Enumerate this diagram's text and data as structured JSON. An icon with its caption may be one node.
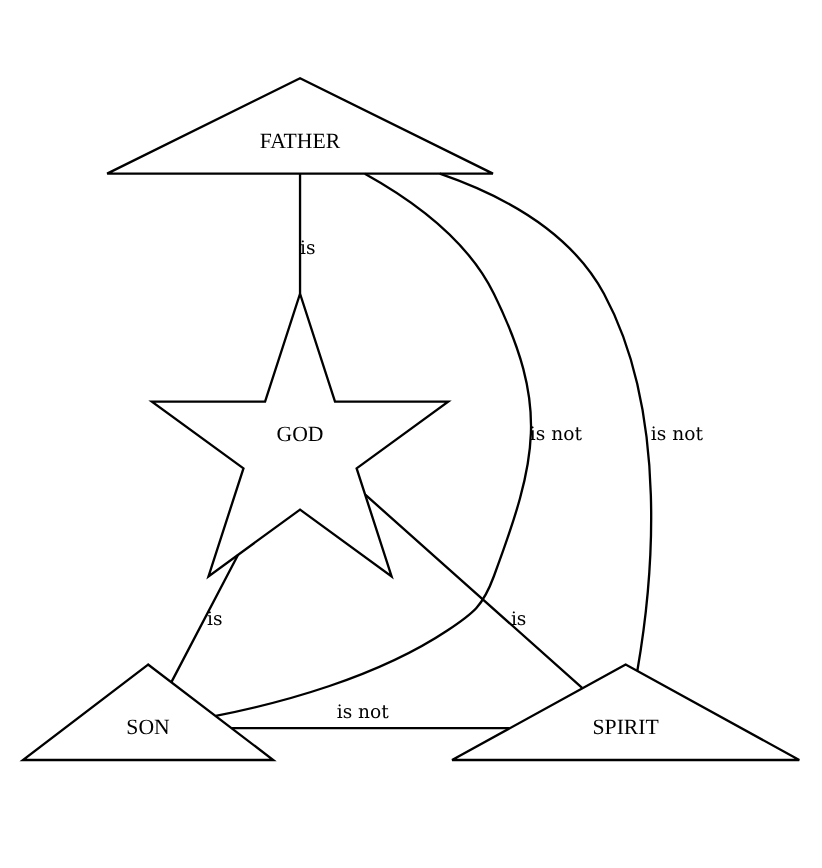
{
  "diagram": {
    "nodes": [
      {
        "text": [
          "FATHER"
        ]
      },
      {
        "text": [
          "GOD"
        ]
      },
      {
        "text": [
          "SON"
        ]
      },
      {
        "text": [
          "SPIRIT"
        ]
      }
    ],
    "edges": [
      {
        "from": 0,
        "to": 1,
        "arrow": "none",
        "label": "is"
      },
      {
        "from": 2,
        "to": 1,
        "arrow": "none",
        "label": "is"
      },
      {
        "from": 3,
        "to": 1,
        "arrow": "none",
        "label": "is"
      },
      {
        "from": 0,
        "to": 2,
        "arrow": "none",
        "label": "is not"
      },
      {
        "from": 0,
        "to": 3,
        "arrow": "none",
        "label": "is not"
      },
      {
        "from": 2,
        "to": 3,
        "arrow": "none",
        "label": "is not"
      }
    ]
  }
}
